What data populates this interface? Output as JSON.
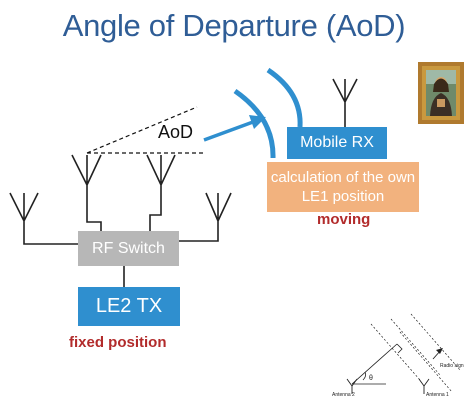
{
  "title": "Angle of Departure (AoD)",
  "angle_label": "AoD",
  "receiver": {
    "label": "Mobile RX",
    "caption": "calculation of the own LE1 position",
    "status": "moving"
  },
  "rf_switch": {
    "label": "RF Switch"
  },
  "transmitter": {
    "label": "LE2 TX",
    "status": "fixed position"
  },
  "inset": {
    "signal_label": "Radio sign",
    "theta": "θ",
    "antenna_2": "Antenna 2",
    "antenna_1": "Antenna 1"
  },
  "image_icon": "mona-lisa-painting-icon",
  "colors": {
    "title": "#2f5d96",
    "box_blue": "#2f8fcf",
    "box_orange": "#f2b27e",
    "switch_gray": "#b7b7b7",
    "status_red": "#b22b2b",
    "arrow": "#2f8fcf"
  }
}
